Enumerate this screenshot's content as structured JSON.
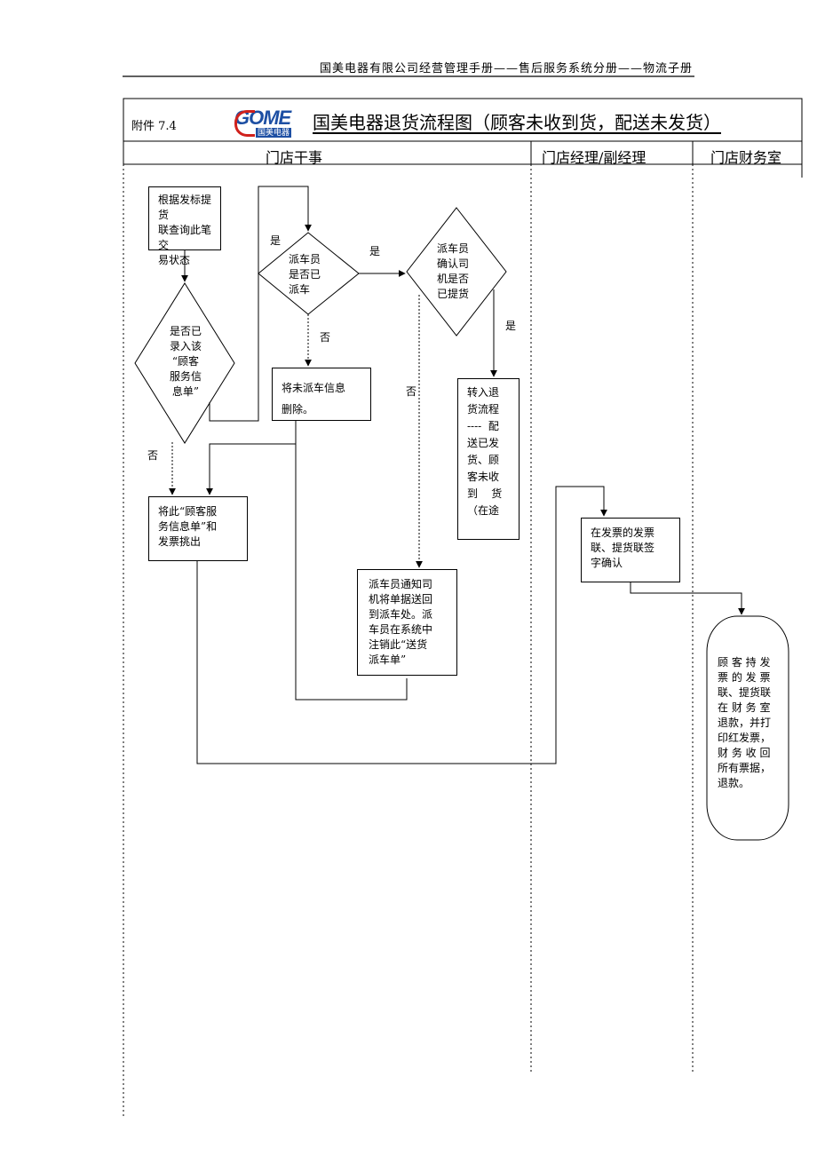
{
  "header": {
    "text": "国美电器有限公司经营管理手册——售后服务系统分册——物流子册"
  },
  "title_row": {
    "annex": "附件 7.4",
    "logo_text": "GOME",
    "logo_sub": "国美电器",
    "title": "国美电器退货流程图（顾客未收到货，配送未发货）"
  },
  "lanes": [
    "门店干事",
    "门店经理/副经理",
    "门店财务室"
  ],
  "nodes": {
    "start": "根据发标提货\n联查询此笔交\n易状态",
    "d_recorded": "是否已\n录入该\n“顾客\n服务信\n息单”",
    "d_dispatched": "派车员\n是否已\n派车",
    "d_picked": "派车员\n确认司\n机是否\n已提货",
    "delete_info": "将未派车信息\n删除。",
    "transfer": "转入退\n货流程\n----  配\n送已发\n货、顾\n客未收\n到    货\n（在途",
    "pick_out": "将此“顾客服\n务信息单”和\n发票挑出",
    "notify": "派车员通知司\n机将单据送回\n到派车处。派\n车员在系统中\n注销此“送货\n派车单”",
    "confirm": "在发票的发票\n联、提货联签\n字确认",
    "refund": "顾 客 持 发\n票 的 发 票\n联、提货联\n在 财 务 室\n退款，并打\n印红发票，\n财 务 收 回\n所有票据，\n退款。"
  },
  "edge_labels": {
    "yes1": "是",
    "yes2": "是",
    "yes3": "是",
    "no1": "否",
    "no2": "否",
    "no3": "否"
  }
}
